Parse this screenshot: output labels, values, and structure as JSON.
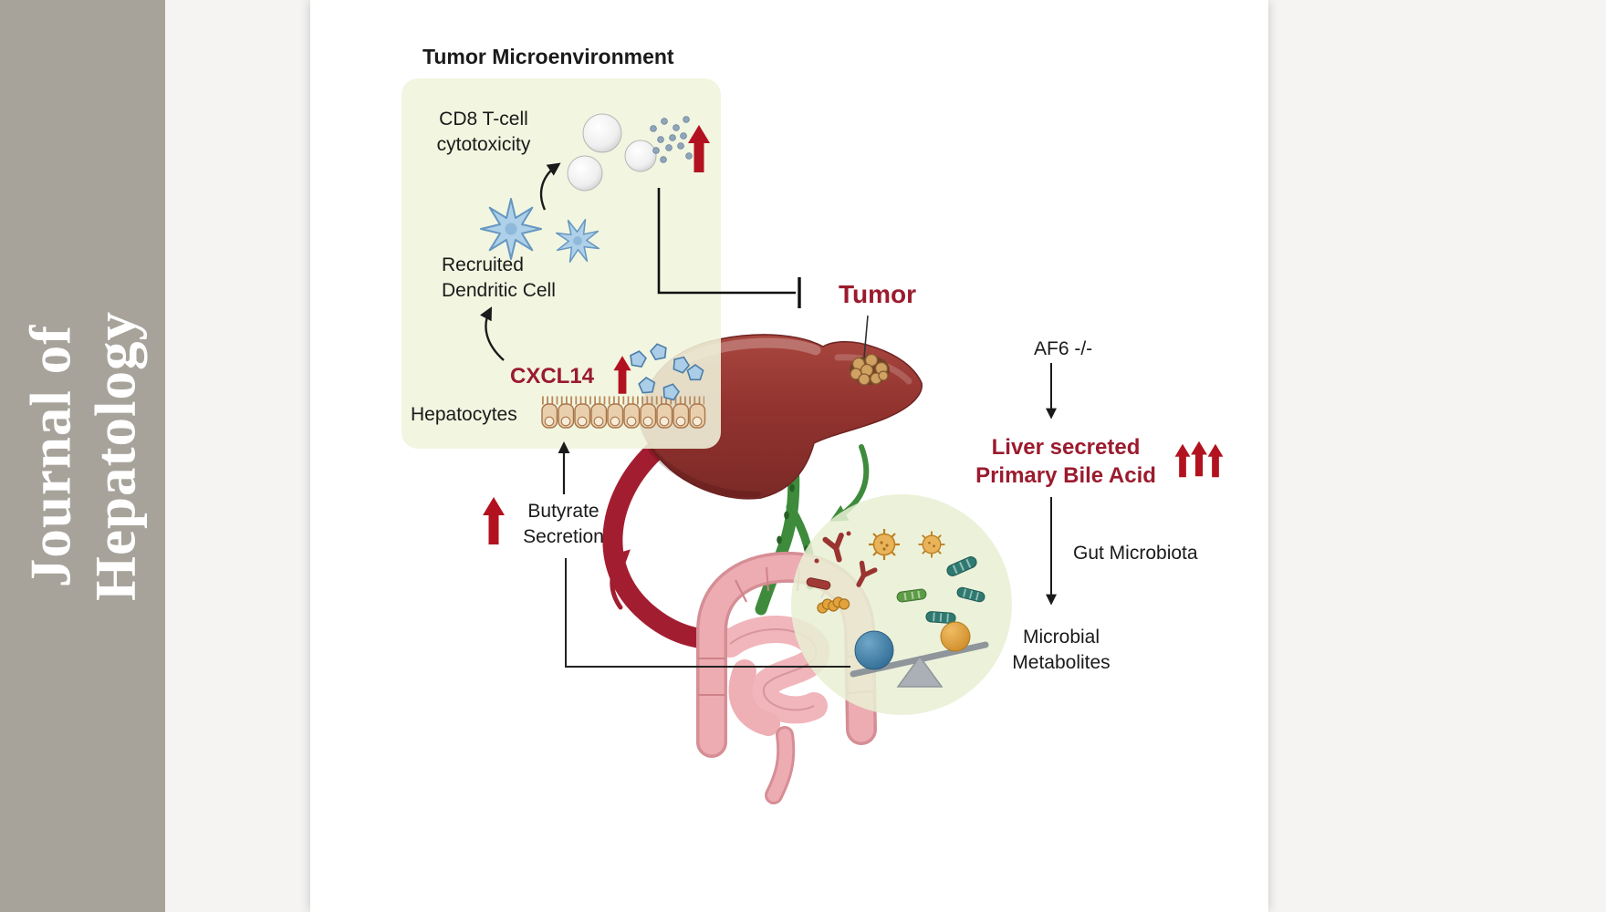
{
  "journal_banner": {
    "line1": "Journal of",
    "line2": "Hepatology"
  },
  "diagram": {
    "title": "Tumor Microenvironment",
    "labels": {
      "cd8_line1": "CD8 T-cell",
      "cd8_line2": "cytotoxicity",
      "recruited_line1": "Recruited",
      "recruited_line2": "Dendritic Cell",
      "cxcl14": "CXCL14",
      "hepatocytes": "Hepatocytes",
      "tumor": "Tumor",
      "butyrate_line1": "Butyrate",
      "butyrate_line2": "Secretion",
      "af6": "AF6 -/-",
      "bile_line1": "Liver secreted",
      "bile_line2": "Primary Bile Acid",
      "gut_microbiota": "Gut Microbiota",
      "microbial_line1": "Microbial",
      "microbial_line2": "Metabolites"
    },
    "icons": {
      "up_arrow": "↑",
      "triple_up_arrow": "↑↑↑",
      "inhibition_bar": "⊣",
      "balance_scale": "seesaw with blue and orange metabolite balls",
      "bacteria": "gut microbes (rods, spiky cocci, bifid Y shapes)"
    },
    "colors": {
      "accent_red": "#9b1b2e",
      "arrow_red": "#b2121f",
      "tme_box": "#eff3db",
      "microbiota_circle": "#e9f0d3",
      "liver": "#943531",
      "portal_vein_green": "#3e8b3c",
      "vessel_red": "#a31d31",
      "intestine_pink": "#eeb0b5",
      "banner_bg": "#a7a39b"
    }
  }
}
